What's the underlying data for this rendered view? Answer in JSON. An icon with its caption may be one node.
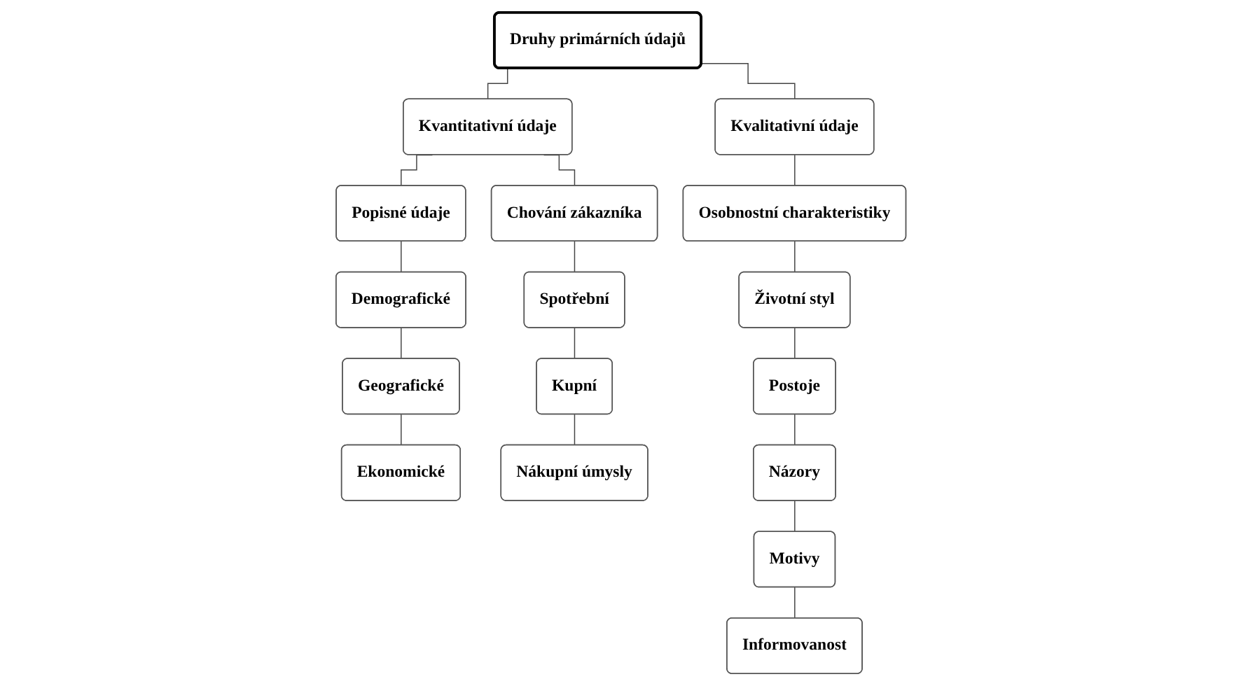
{
  "diagram": {
    "nodes": [
      {
        "text": [
          "Druhy primárních údajů"
        ]
      },
      {
        "text": [
          "Kvantitativní údaje"
        ]
      },
      {
        "text": [
          "Kvalitativní údaje"
        ]
      },
      {
        "text": [
          "Popisné údaje"
        ]
      },
      {
        "text": [
          "Demografické"
        ]
      },
      {
        "text": [
          "Geografické"
        ]
      },
      {
        "text": [
          "Ekonomické"
        ]
      },
      {
        "text": [
          "Chování zákazníka"
        ]
      },
      {
        "text": [
          "Spotřební"
        ]
      },
      {
        "text": [
          "Kupní"
        ]
      },
      {
        "text": [
          "Nákupní úmysly"
        ]
      },
      {
        "text": [
          "Osobnostní charakteristiky"
        ]
      },
      {
        "text": [
          "Životní styl"
        ]
      },
      {
        "text": [
          "Postoje"
        ]
      },
      {
        "text": [
          "Názory"
        ]
      },
      {
        "text": [
          "Motivy"
        ]
      },
      {
        "text": [
          "Informovanost"
        ]
      }
    ],
    "edges": [
      {
        "from": 0,
        "to": 1,
        "arrow": "none"
      },
      {
        "from": 0,
        "to": 2,
        "arrow": "none"
      },
      {
        "from": 1,
        "to": 3,
        "arrow": "none"
      },
      {
        "from": 1,
        "to": 7,
        "arrow": "none"
      },
      {
        "from": 3,
        "to": 4,
        "arrow": "none"
      },
      {
        "from": 4,
        "to": 5,
        "arrow": "none"
      },
      {
        "from": 5,
        "to": 6,
        "arrow": "none"
      },
      {
        "from": 7,
        "to": 8,
        "arrow": "none"
      },
      {
        "from": 8,
        "to": 9,
        "arrow": "none"
      },
      {
        "from": 9,
        "to": 10,
        "arrow": "none"
      },
      {
        "from": 2,
        "to": 11,
        "arrow": "none"
      },
      {
        "from": 11,
        "to": 12,
        "arrow": "none"
      },
      {
        "from": 12,
        "to": 13,
        "arrow": "none"
      },
      {
        "from": 13,
        "to": 14,
        "arrow": "none"
      },
      {
        "from": 14,
        "to": 15,
        "arrow": "none"
      },
      {
        "from": 15,
        "to": 16,
        "arrow": "none"
      }
    ]
  }
}
